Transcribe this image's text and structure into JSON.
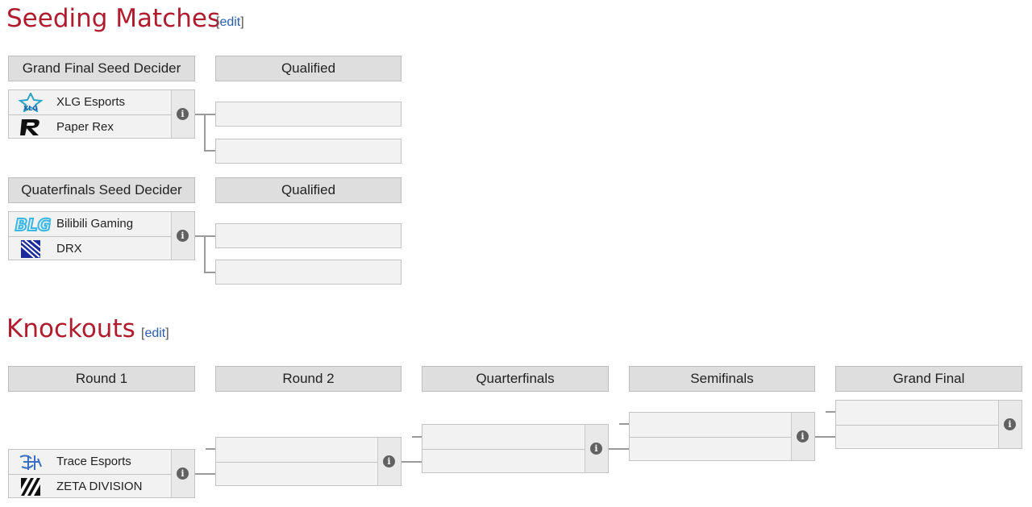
{
  "seeding": {
    "title": "Seeding Matches",
    "edit": "edit",
    "gf_decider": {
      "header": "Grand Final Seed Decider",
      "qualified_header": "Qualified",
      "teams": [
        {
          "name": "XLG Esports",
          "logo": "xlg-logo"
        },
        {
          "name": "Paper Rex",
          "logo": "paper-rex-logo"
        }
      ]
    },
    "qf_decider": {
      "header": "Quaterfinals Seed Decider",
      "qualified_header": "Qualified",
      "teams": [
        {
          "name": "Bilibili Gaming",
          "logo": "bilibili-gaming-logo"
        },
        {
          "name": "DRX",
          "logo": "drx-logo"
        }
      ]
    }
  },
  "knockouts": {
    "title": "Knockouts",
    "edit": "edit",
    "rounds": [
      "Round 1",
      "Round 2",
      "Quarterfinals",
      "Semifinals",
      "Grand Final"
    ],
    "round1_teams": [
      {
        "name": "Trace Esports",
        "logo": "trace-esports-logo"
      },
      {
        "name": "ZETA DIVISION",
        "logo": "zeta-division-logo"
      }
    ]
  },
  "info_icon": "i",
  "colors": {
    "title": "#b01c2e",
    "link": "#2a5db0",
    "header_bg": "#dedede",
    "match_bg": "#f2f2f2"
  }
}
